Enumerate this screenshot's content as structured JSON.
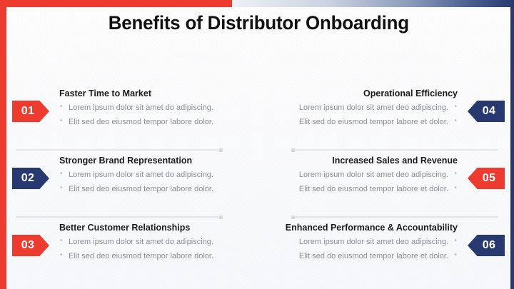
{
  "slide": {
    "title": "Benefits of Distributor Onboarding",
    "colors": {
      "red": "#ee3b2f",
      "navy": "#27396e",
      "title_text": "#111111",
      "body_text": "#8b8f96",
      "heading_text": "#1b1b1b",
      "divider": "#e6e6e8"
    }
  },
  "benefits": [
    {
      "number": "01",
      "title": "Faster Time to Market",
      "side": "left",
      "accent": "red",
      "bullets": [
        "Lorem ipsum dolor sit amet do adipiscing.",
        "Elit sed deo eiusmod tempor labore dolor."
      ]
    },
    {
      "number": "04",
      "title": "Operational Efficiency",
      "side": "right",
      "accent": "navy",
      "bullets": [
        "Lorem ipsum dolor sit amet deo adipiscing.",
        "Elit sed do eiusmod tempor labore et dolor."
      ]
    },
    {
      "number": "02",
      "title": "Stronger Brand Representation",
      "side": "left",
      "accent": "navy",
      "bullets": [
        "Lorem ipsum dolor sit amet do adipiscing.",
        "Elit sed deo eiusmod tempor labore dolor."
      ]
    },
    {
      "number": "05",
      "title": "Increased Sales and Revenue",
      "side": "right",
      "accent": "red",
      "bullets": [
        "Lorem ipsum dolor sit amet deo adipiscing.",
        "Elit sed do eiusmod tempor labore et dolor."
      ]
    },
    {
      "number": "03",
      "title": "Better Customer Relationships",
      "side": "left",
      "accent": "red",
      "bullets": [
        "Lorem ipsum dolor sit amet do adipiscing.",
        "Elit sed deo eiusmod tempor labore dolor."
      ]
    },
    {
      "number": "06",
      "title": "Enhanced Performance & Accountability",
      "side": "right",
      "accent": "navy",
      "bullets": [
        "Lorem ipsum dolor sit amet deo adipiscing.",
        "Elit sed do eiusmod tempor labore et dolor."
      ]
    }
  ]
}
